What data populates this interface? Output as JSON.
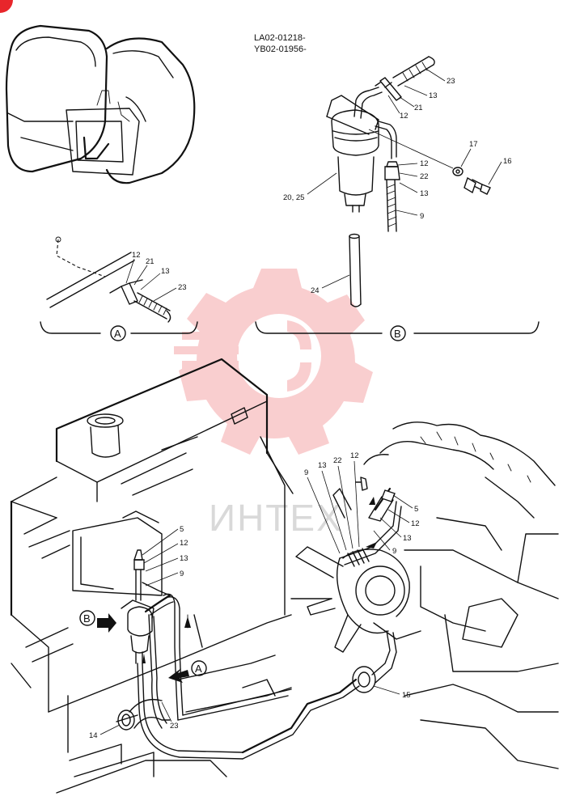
{
  "header": {
    "serial_1": "LA02-01218-",
    "serial_2": "YB02-01956-"
  },
  "watermark": {
    "text": "ИНТЕХ",
    "color": "#e8262b"
  },
  "views": {
    "a_label": "A",
    "b_label": "B"
  },
  "callouts": {
    "detail_a": [
      "12",
      "21",
      "13",
      "23"
    ],
    "detail_b": [
      "23",
      "13",
      "21",
      "12",
      "17",
      "16",
      "12",
      "22",
      "13",
      "9",
      "20, 25",
      "24"
    ],
    "main_left": [
      "5",
      "12",
      "13",
      "9",
      "23",
      "14"
    ],
    "main_right": [
      "9",
      "13",
      "22",
      "12",
      "5",
      "12",
      "13",
      "9",
      "15"
    ]
  },
  "arrow_labels": {
    "main_b": "B",
    "main_a": "A"
  }
}
